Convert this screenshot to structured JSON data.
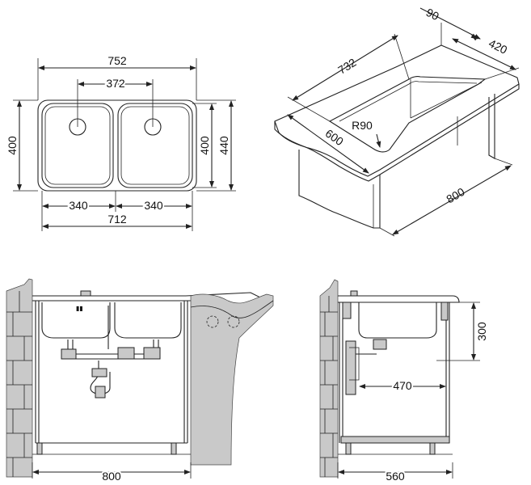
{
  "top_view": {
    "overall_width": "752",
    "drain_spacing": "372",
    "depth_left": "400",
    "depth_bowl": "400",
    "overall_depth": "440",
    "bowl_left": "340",
    "bowl_right": "340",
    "cutout_width": "712"
  },
  "iso_view": {
    "counter_width": "90",
    "cutout_length": "732",
    "cutout_depth": "420",
    "corner_radius": "R90",
    "counter_depth": "600",
    "cabinet_width": "800"
  },
  "front_view": {
    "cabinet_width": "800"
  },
  "side_view": {
    "bowl_depth": "300",
    "drain_offset": "470",
    "cabinet_depth": "560"
  }
}
